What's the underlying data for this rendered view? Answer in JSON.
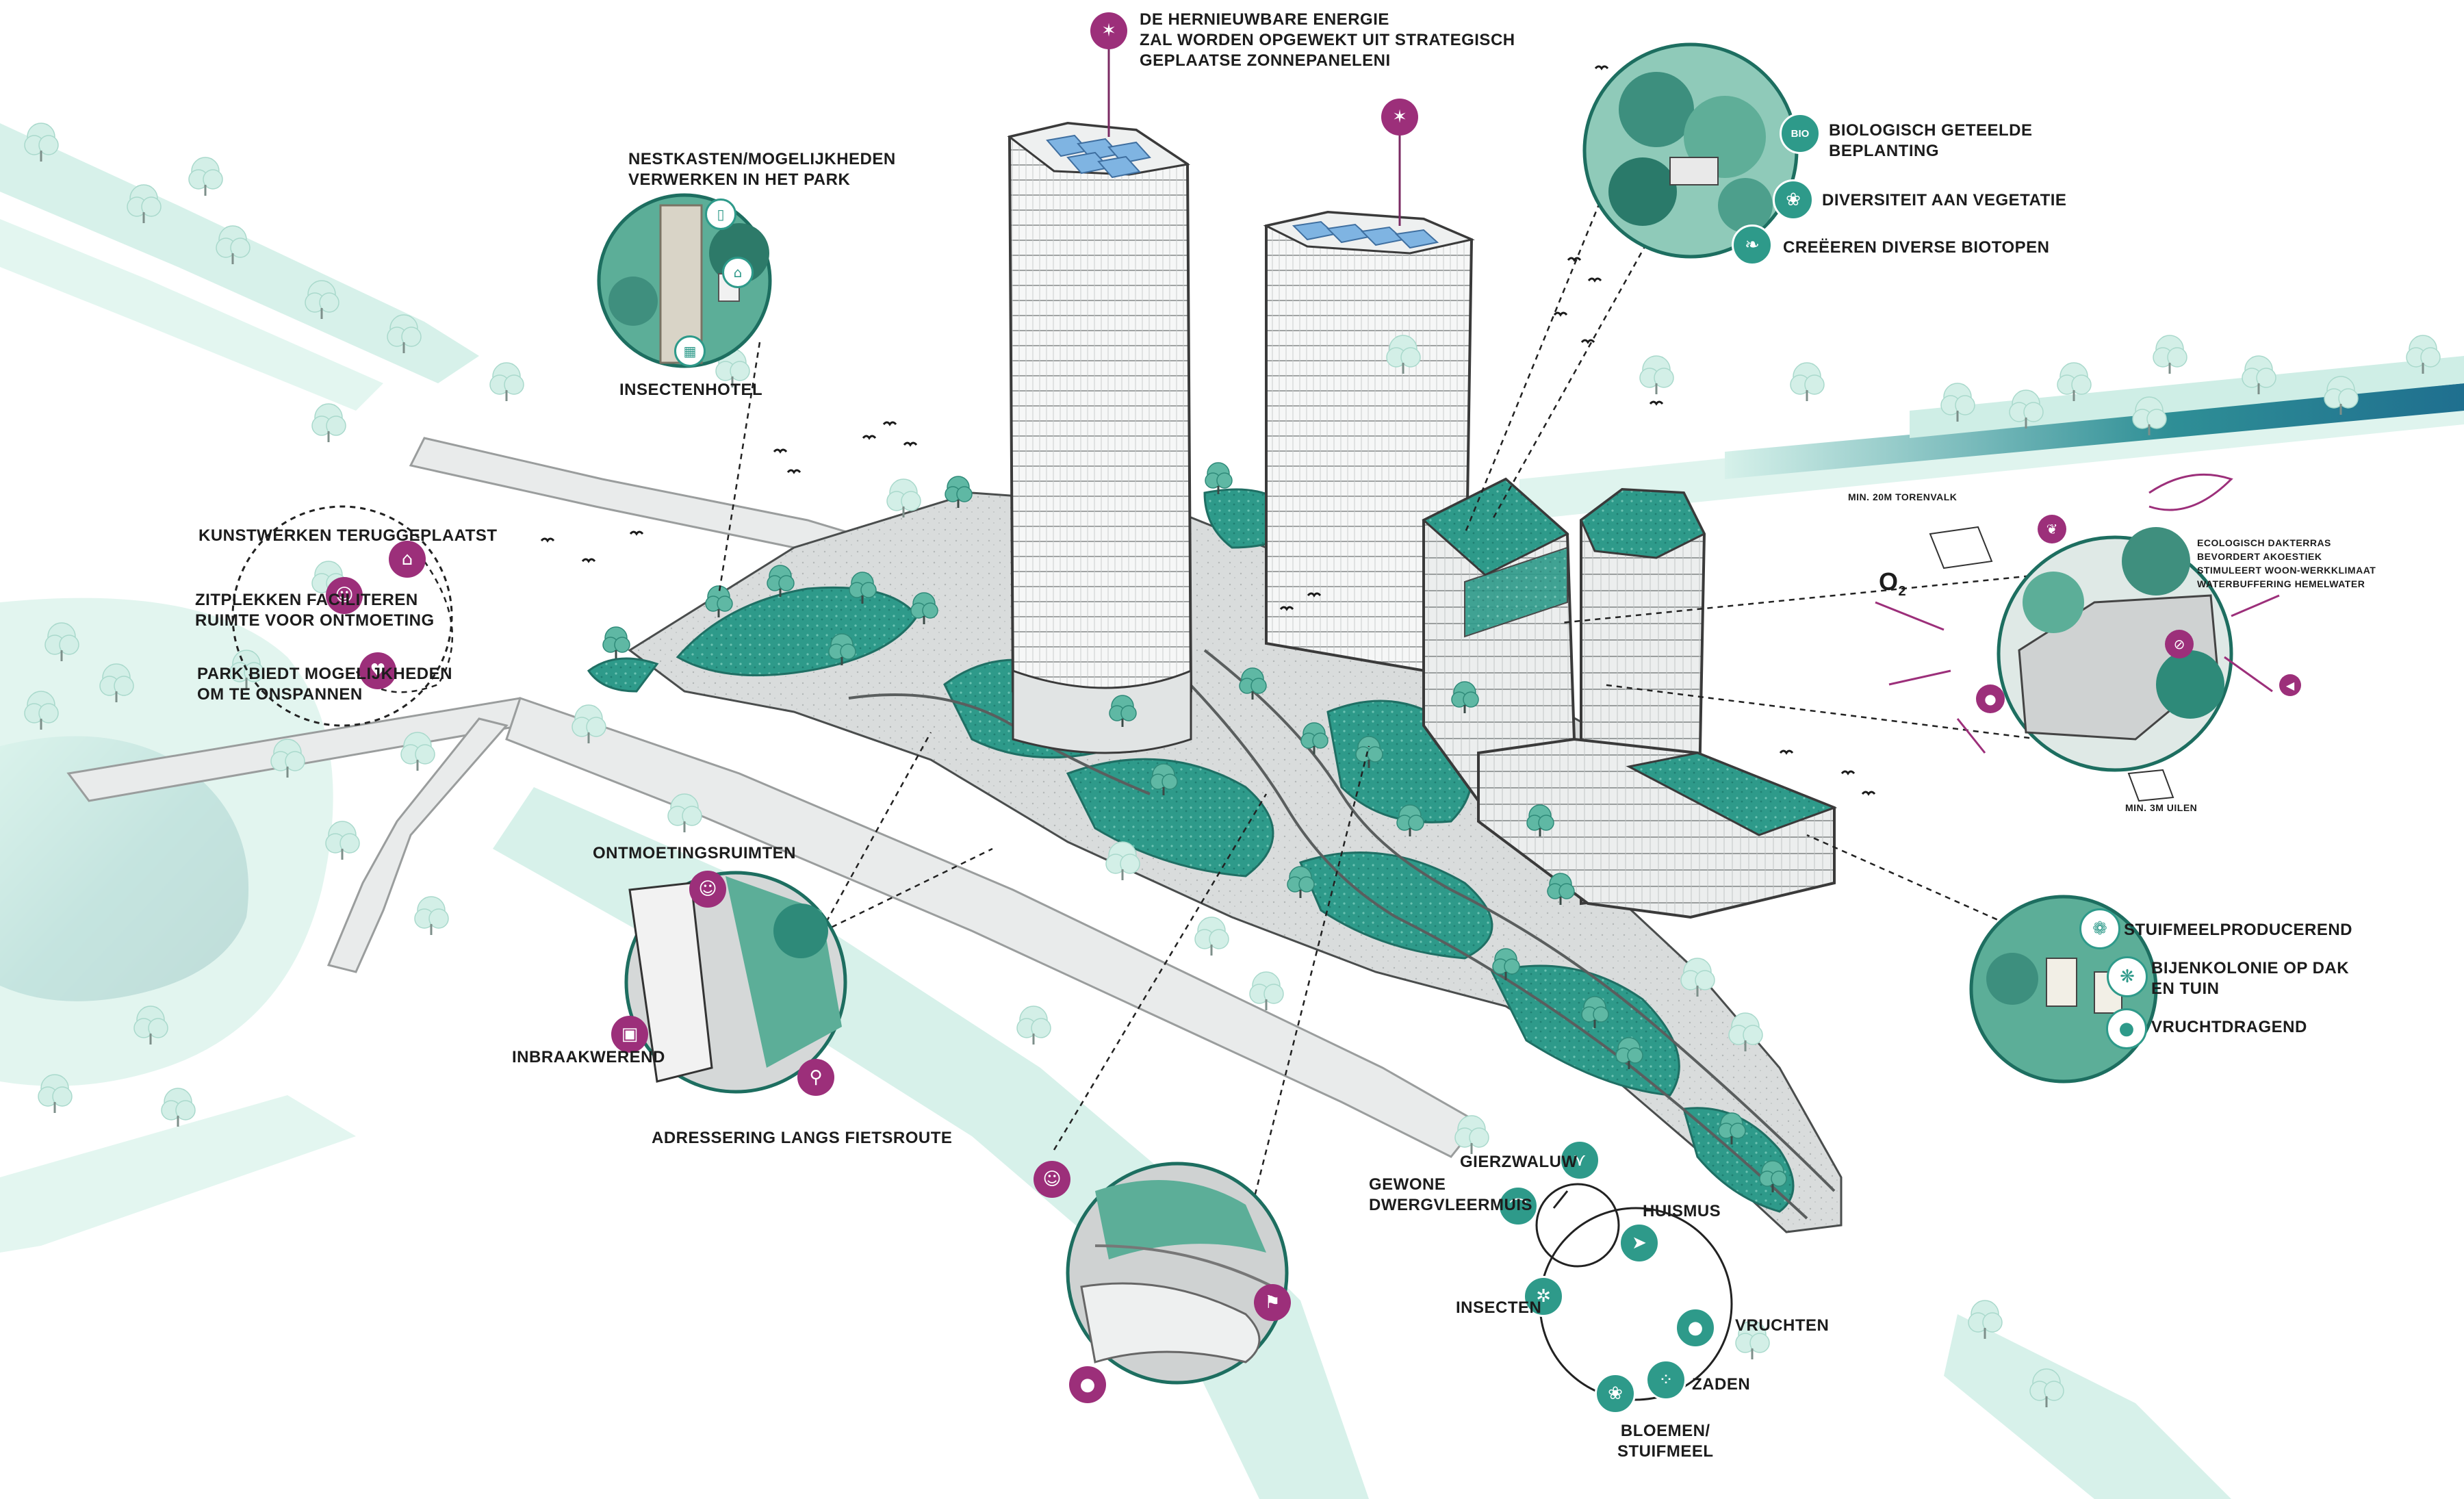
{
  "labels": {
    "energy": "DE HERNIEUWBARE ENERGIE\nZAL WORDEN OPGEWEKT UIT STRATEGISCH\nGEPLAATSE ZONNEPANELENI",
    "nestkasten": "NESTKASTEN/MOGELIJKHEDEN\nVERWERKEN IN HET PARK",
    "insectenhotel": "INSECTENHOTEL",
    "bio": "BIOLOGISCH GETEELDE\nBEPLANTING",
    "diversiteit": "DIVERSITEIT AAN VEGETATIE",
    "biotopen": "CREËEREN DIVERSE BIOTOPEN",
    "kunstwerken": "KUNSTWERKEN TERUGGEPLAATST",
    "zitplekken": "ZITPLEKKEN FACILITEREN\nRUIMTE VOOR ONTMOETING",
    "park": "PARK BIEDT MOGELIJKHEDEN\nOM TE ONSPANNEN",
    "torenvalk": "MIN. 20M TORENVALK",
    "dakterras": "ECOLOGISCH DAKTERRAS\nBEVORDERT AKOESTIEK\nSTIMULEERT WOON-WERKKLIMAAT\nWATERBUFFERING HEMELWATER",
    "o2": "O",
    "o2sub": "2",
    "uilen": "MIN. 3M UILEN",
    "ontmoetingsruimten": "ONTMOETINGSRUIMTEN",
    "inbraakwerend": "INBRAAKWEREND",
    "adressering": "ADRESSERING LANGS FIETSROUTE",
    "stuifmeelproducerend": "STUIFMEELPRODUCEREND",
    "bijenkolonie": "BIJENKOLONIE OP DAK\nEN TUIN",
    "vruchtdragend": "VRUCHTDRAGEND",
    "gierzwaluw": "GIERZWALUW",
    "dwergvleermuis": "GEWONE\nDWERGVLEERMUIS",
    "huismus": "HUISMUS",
    "insecten": "INSECTEN",
    "vruchten": "VRUCHTEN",
    "zaden": "ZADEN",
    "bloemen": "BLOEMEN/\nSTUIFMEEL"
  },
  "bio_badge": "BIO",
  "colors": {
    "teal": "#2e9a8a",
    "teal_dark": "#1f7f72",
    "teal_light": "#cdeee6",
    "teal_pale": "#dff4ee",
    "magenta": "#9c2f7a",
    "lake": "#1d6e78",
    "building": "#f4f5f5",
    "line": "#3a3a3a"
  }
}
